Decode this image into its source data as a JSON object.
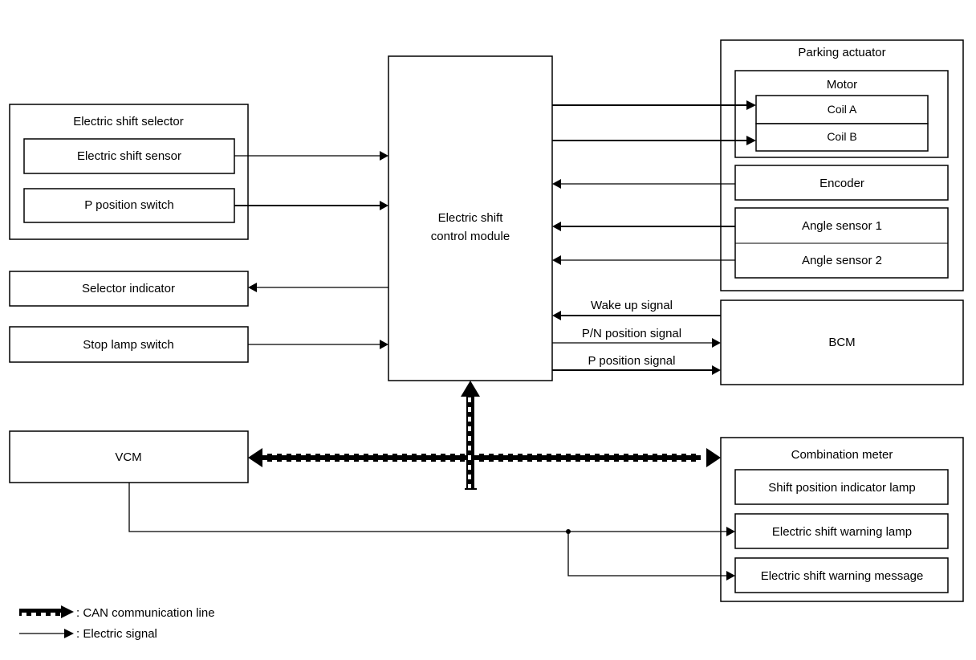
{
  "ecm": {
    "line1": "Electric shift",
    "line2": "control module"
  },
  "selector": {
    "title": "Electric shift selector",
    "sensor": "Electric shift sensor",
    "p_switch": "P position switch"
  },
  "selector_indicator": "Selector indicator",
  "stop_lamp_switch": "Stop lamp switch",
  "vcm": "VCM",
  "parking_actuator": {
    "title": "Parking actuator",
    "motor": "Motor",
    "coil_a": "Coil A",
    "coil_b": "Coil B",
    "encoder": "Encoder",
    "angle_sensor_1": "Angle sensor 1",
    "angle_sensor_2": "Angle sensor 2"
  },
  "bcm": {
    "label": "BCM",
    "wake_up": "Wake up signal",
    "pn_position": "P/N position signal",
    "p_position": "P position signal"
  },
  "combination_meter": {
    "title": "Combination meter",
    "indicator_lamp": "Shift position indicator lamp",
    "warning_lamp": "Electric shift warning lamp",
    "warning_message": "Electric shift warning message"
  },
  "legend": {
    "can": ": CAN communication line",
    "electric": ": Electric signal"
  }
}
